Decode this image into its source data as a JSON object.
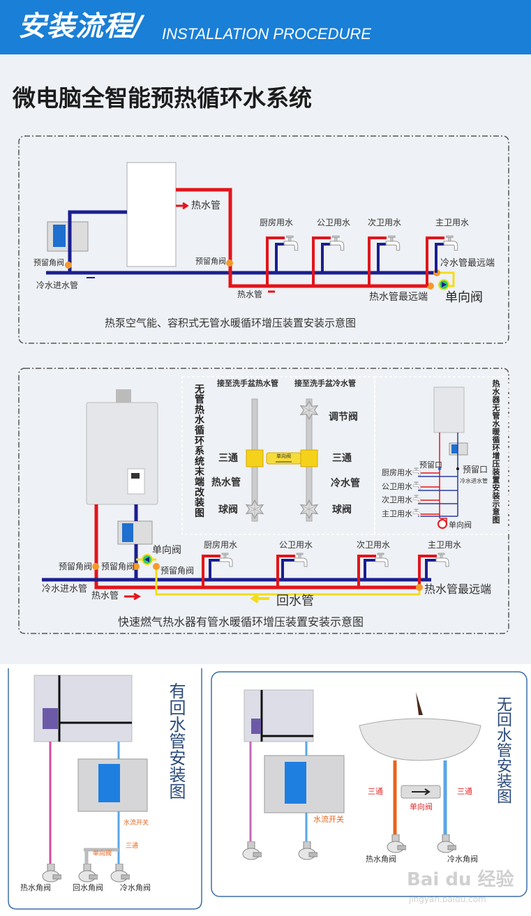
{
  "header": {
    "title_cn": "安装流程/",
    "title_en": "INSTALLATION PROCEDURE"
  },
  "main_title": "微电脑全智能预热循环水系统",
  "colors": {
    "header_blue": "#1a7fd6",
    "hot_pipe": "#e3141b",
    "cold_pipe": "#1b1f8f",
    "return_pipe": "#f2dd1c",
    "valve_dot": "#f39a2b",
    "check_valve": "#33cc66"
  },
  "diagram1": {
    "hot_pipe_upper": "热水管",
    "reserved_valve_left": "预留角阀",
    "reserved_valve_mid": "预留角阀",
    "cold_inlet": "冷水进水管",
    "hot_pipe_lower": "热水管",
    "outlets": [
      "厨房用水",
      "公卫用水",
      "次卫用水",
      "主卫用水"
    ],
    "cold_far_end": "冷水管最远端",
    "hot_far_end": "热水管最远端",
    "check_valve": "单向阀",
    "caption": "热泵空气能、容积式无管水暖循环增压装置安装示意图"
  },
  "h_diagram": {
    "vertical_title": "无管热水循环系统末端改装图",
    "hot_top": "接至洗手盆热水管",
    "cold_top": "接至洗手盆冷水管",
    "left_tee": "三通",
    "left_pipe": "热水管",
    "left_ball": "球阀",
    "right_regulator": "调节阀",
    "right_tee": "三通",
    "right_pipe": "冷水管",
    "right_ball": "球阀",
    "check_valve": "单向阀"
  },
  "mini_diagram": {
    "vertical_title": "热水器无管水暖循环增压装置安装示意图",
    "reserved_left": "预留口",
    "reserved_right": "预留口",
    "cold_inlet": "冷水进水管",
    "outlets": [
      "厨房用水",
      "公卫用水",
      "次卫用水",
      "主卫用水"
    ],
    "check_valve": "单向阀"
  },
  "diagram2": {
    "check_valve": "单向阀",
    "reserved_valves": [
      "预留角阀",
      "预留角阀",
      "预留角阀"
    ],
    "outlets": [
      "厨房用水",
      "公卫用水",
      "次卫用水",
      "主卫用水"
    ],
    "cold_inlet": "冷水进水管",
    "hot_pipe": "热水管",
    "return_pipe": "回水管",
    "hot_far_end": "热水管最远端",
    "caption": "快速燃气热水器有管水暖循环增压装置安装示意图"
  },
  "panel_return": {
    "title": "有回水管安装图",
    "flow_switch": "水流开关",
    "tee": "三通",
    "check_valve": "单向阀",
    "hot_valve": "热水角阀",
    "return_valve": "回水角阀",
    "cold_valve": "冷水角阀"
  },
  "panel_no_return": {
    "title": "无回水管安装图",
    "flow_switch": "水流开关",
    "tee_left": "三通",
    "tee_right": "三通",
    "check_valve": "单向阀",
    "hot_valve": "热水角阀",
    "cold_valve": "冷水角阀"
  },
  "watermark": {
    "logo": "Bai du 经验",
    "url": "jingyan.baidu.com"
  }
}
